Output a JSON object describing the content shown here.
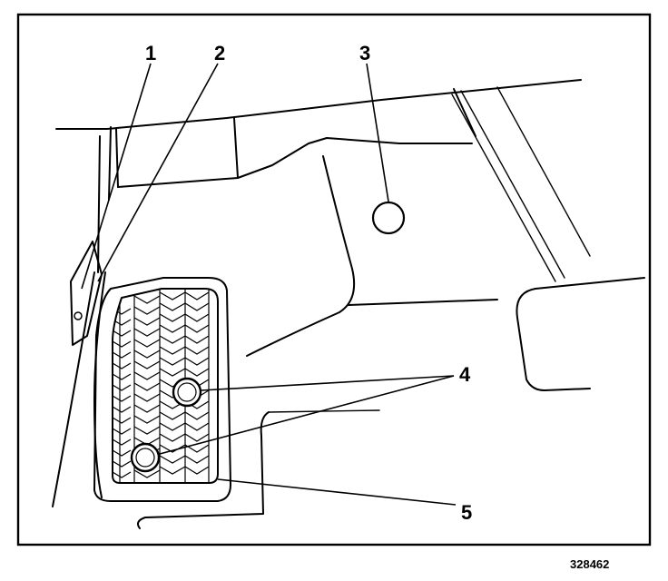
{
  "callouts": {
    "c1": "1",
    "c2": "2",
    "c3": "3",
    "c4": "4",
    "c5": "5"
  },
  "figure_number": "328462"
}
